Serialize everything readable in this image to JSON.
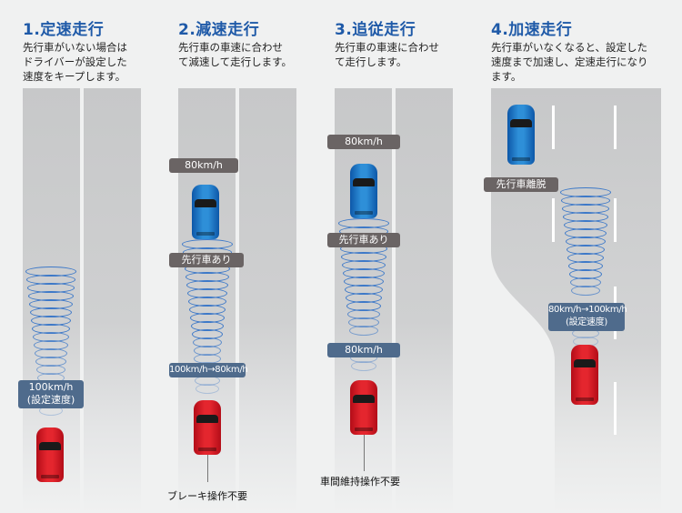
{
  "panels": [
    {
      "title": "1.定速走行",
      "description": "先行車がいない場合は\nドライバーが設定した\n速度をキープします。",
      "labels": {
        "own_speed": "100km/h\n(設定速度)"
      }
    },
    {
      "title": "2.減速走行",
      "description": "先行車の車速に合わせ\nて減速して走行します。",
      "labels": {
        "lead_speed": "80km/h",
        "lead_status": "先行車あり",
        "own_speed": "100km/h→80km/h",
        "note": "ブレーキ操作不要"
      }
    },
    {
      "title": "3.追従走行",
      "description": "先行車の車速に合わせ\nて走行します。",
      "labels": {
        "lead_speed": "80km/h",
        "lead_status": "先行車あり",
        "own_speed": "80km/h",
        "note": "車間維持操作不要"
      }
    },
    {
      "title": "4.加速走行",
      "description": "先行車がいなくなると、設定した\n速度まで加速し、定速走行になり\nます。",
      "labels": {
        "lead_status": "先行車離脱",
        "own_speed": "80km/h→100km/h\n(設定速度)"
      }
    }
  ],
  "colors": {
    "title": "#1f5aa8",
    "own_car": "#e4262e",
    "lead_car": "#2e8fd8",
    "radar": "#3c78c8",
    "road": "#c7c8c9",
    "tag_dark": "#6a6464",
    "tag_blue": "#4f6b8c"
  }
}
